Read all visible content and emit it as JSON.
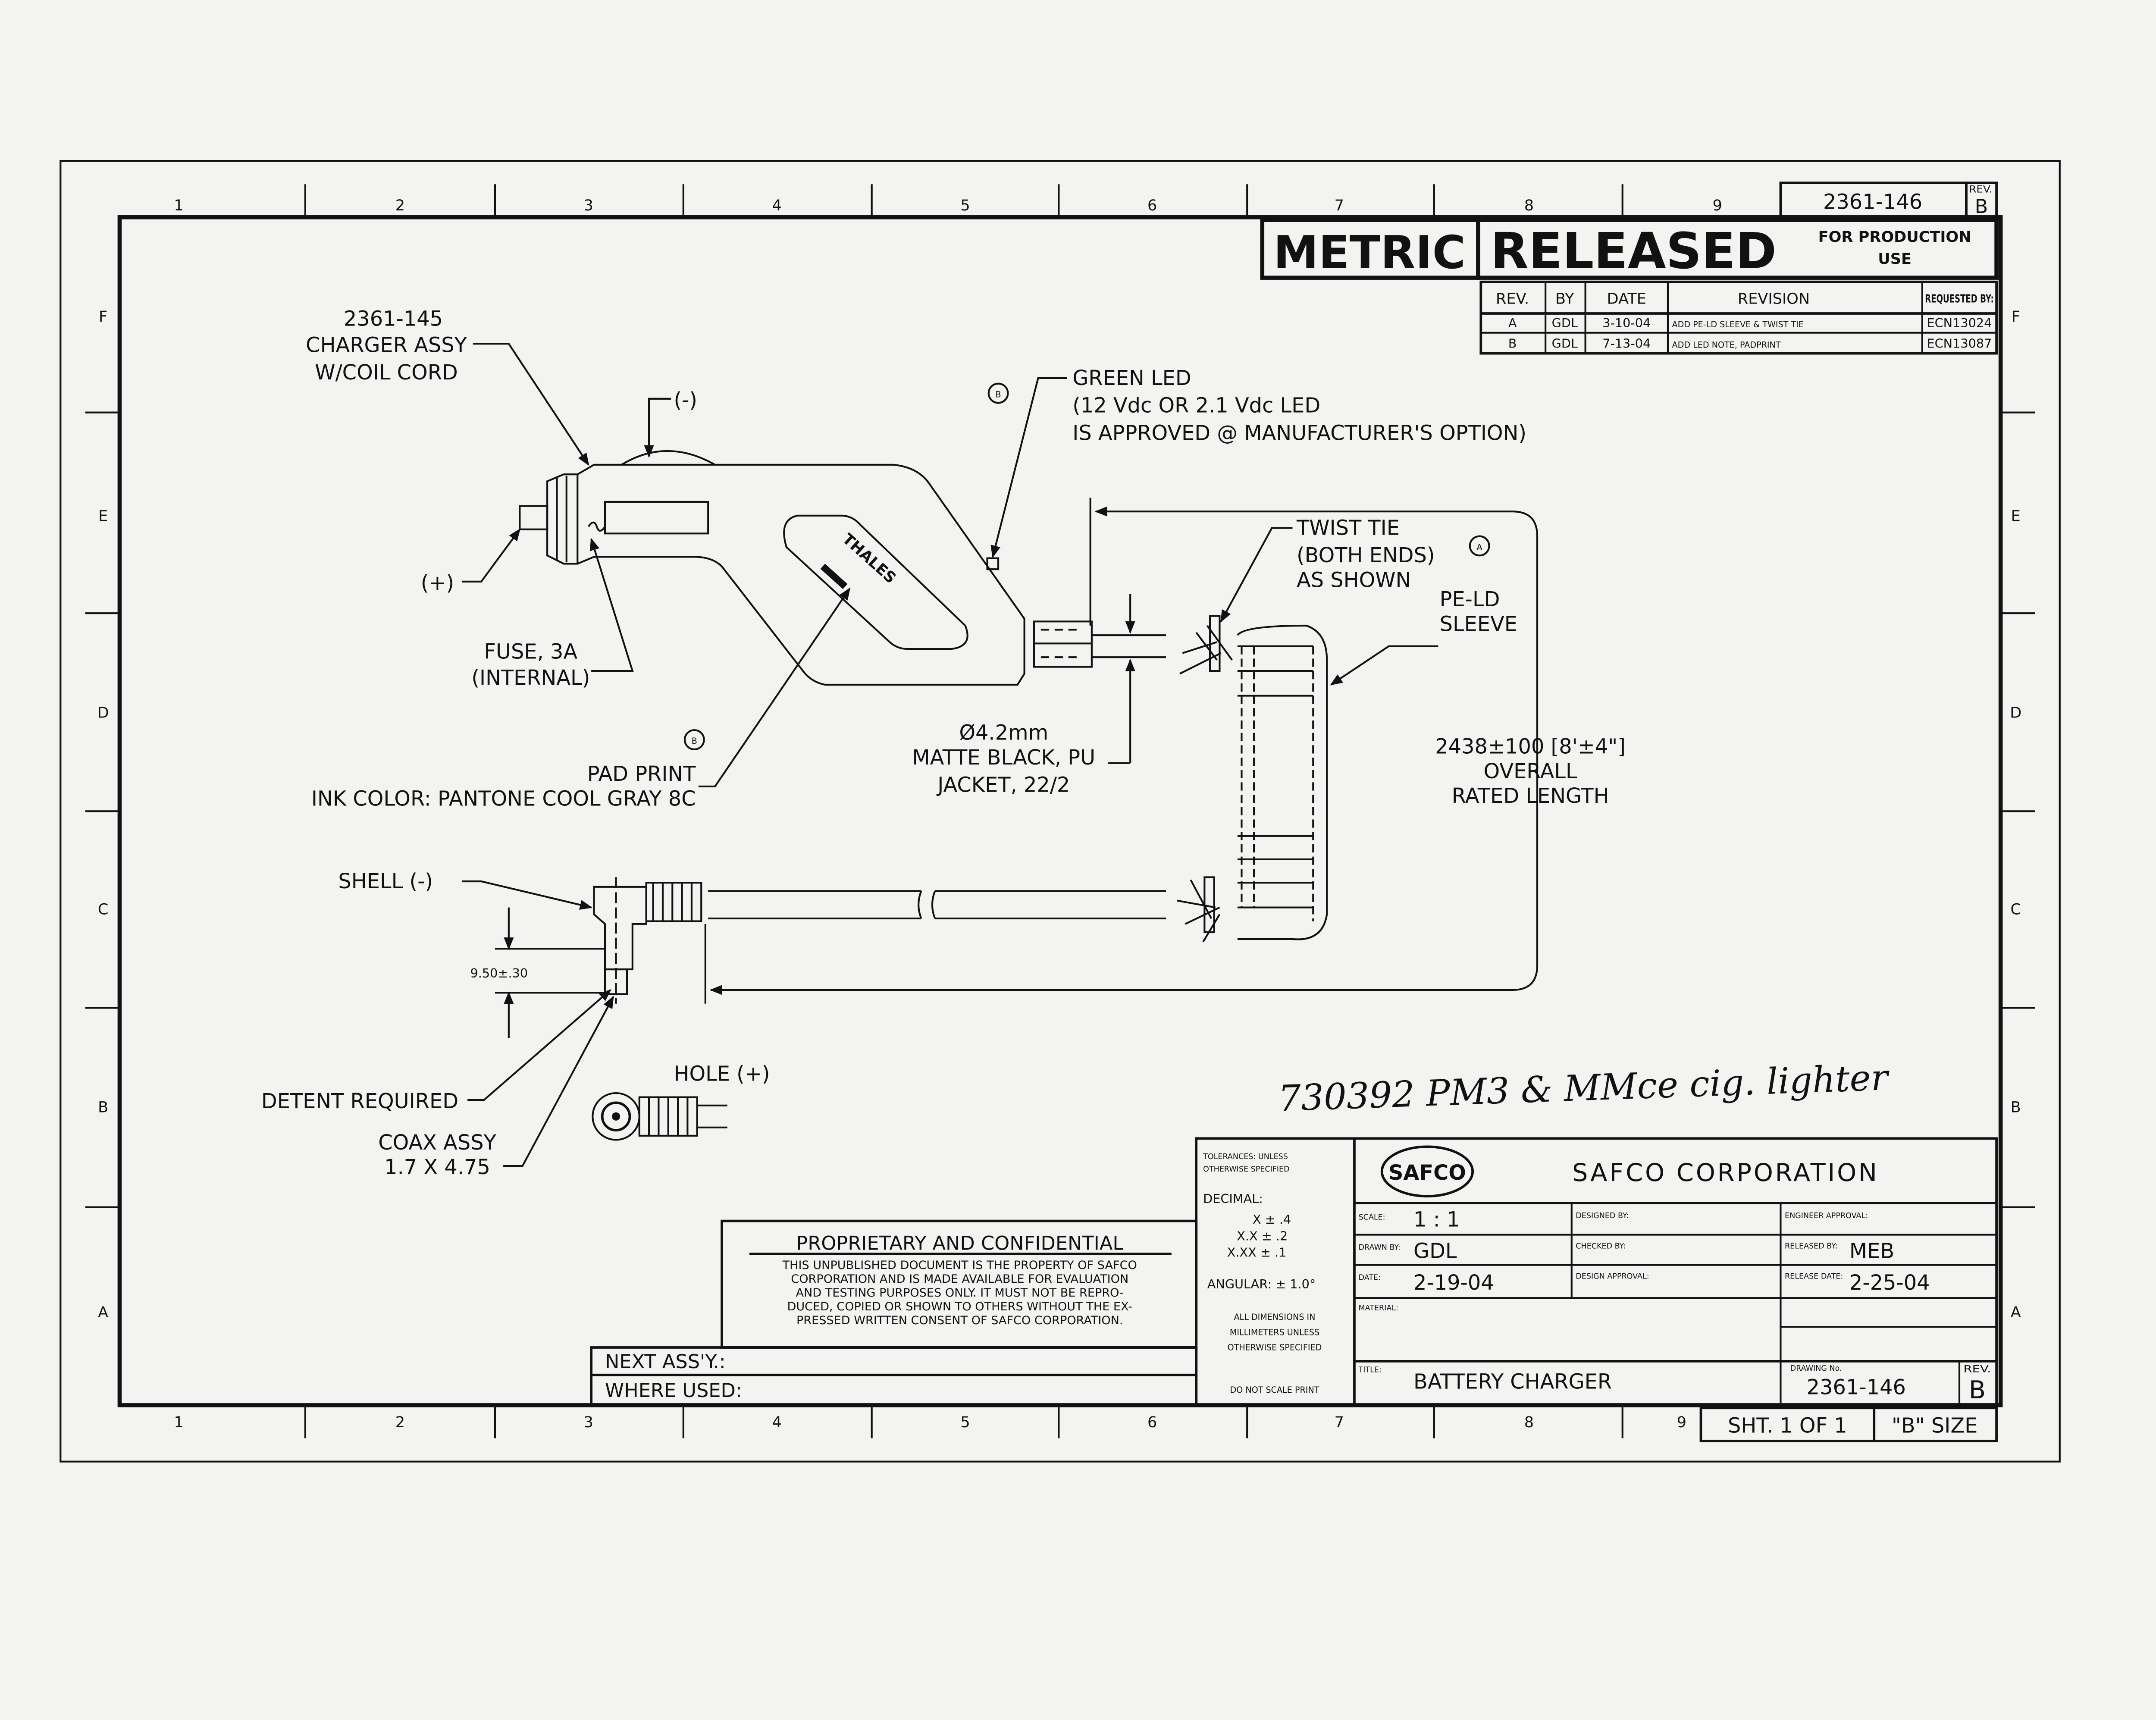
{
  "grid": {
    "columns": [
      "1",
      "2",
      "3",
      "4",
      "5",
      "6",
      "7",
      "8",
      "9"
    ],
    "rows": [
      "F",
      "E",
      "D",
      "C",
      "B",
      "A"
    ]
  },
  "header": {
    "drawing_no": "2361-146",
    "rev_label": "REV.",
    "rev": "B",
    "metric": "METRIC",
    "released": "RELEASED",
    "for_production_1": "FOR PRODUCTION",
    "for_production_2": "USE"
  },
  "revisions": {
    "headers": [
      "REV.",
      "BY",
      "DATE",
      "REVISION",
      "REQUESTED BY:"
    ],
    "rows": [
      {
        "rev": "A",
        "by": "GDL",
        "date": "3-10-04",
        "revision": "ADD PE-LD SLEEVE & TWIST TIE",
        "requested": "ECN13024"
      },
      {
        "rev": "B",
        "by": "GDL",
        "date": "7-13-04",
        "revision": "ADD LED NOTE, PADPRINT",
        "requested": "ECN13087"
      }
    ]
  },
  "callouts": {
    "charger_assy": [
      "2361-145",
      "CHARGER ASSY",
      "W/COIL CORD"
    ],
    "minus": "(-)",
    "plus": "(+)",
    "fuse": [
      "FUSE, 3A",
      "(INTERNAL)"
    ],
    "rev_b_marker": "B",
    "rev_a_marker": "A",
    "green_led": [
      "GREEN LED",
      "(12 Vdc OR 2.1 Vdc LED",
      "IS APPROVED @ MANUFACTURER'S OPTION)"
    ],
    "twist_tie": [
      "TWIST TIE",
      "(BOTH ENDS)",
      "AS SHOWN"
    ],
    "sleeve": [
      "PE-LD",
      "SLEEVE"
    ],
    "cord": [
      "Ø4.2mm",
      "MATTE BLACK, PU",
      "JACKET, 22/2"
    ],
    "pad_print": [
      "PAD PRINT",
      "INK COLOR: PANTONE COOL GRAY 8C"
    ],
    "length": [
      "2438±100 [8'±4\"]",
      "OVERALL",
      "RATED LENGTH"
    ],
    "shell": "SHELL (-)",
    "plug_dim": "9.50±.30",
    "detent": "DETENT REQUIRED",
    "hole": "HOLE (+)",
    "coax": [
      "COAX ASSY",
      "1.7 X 4.75"
    ],
    "brand_print": "THALES"
  },
  "handwritten_note": "730392 PM3 & MMce cig. lighter",
  "proprietary": {
    "title": "PROPRIETARY AND CONFIDENTIAL",
    "lines": [
      "THIS UNPUBLISHED DOCUMENT IS THE PROPERTY OF SAFCO",
      "CORPORATION AND IS MADE AVAILABLE FOR EVALUATION",
      "AND TESTING PURPOSES ONLY. IT MUST NOT BE REPRO-",
      "DUCED, COPIED OR SHOWN TO OTHERS WITHOUT THE EX-",
      "PRESSED WRITTEN CONSENT OF SAFCO CORPORATION."
    ],
    "next_assy": "NEXT ASS'Y.:",
    "where_used": "WHERE USED:"
  },
  "title_block": {
    "tolerances": [
      "TOLERANCES: UNLESS",
      "OTHERWISE SPECIFIED"
    ],
    "decimal": "DECIMAL:",
    "tol_x": "X ± .4",
    "tol_xx": "X.X ± .2",
    "tol_xxx": "X.XX ± .1",
    "angular": "ANGULAR: ± 1.0°",
    "units": [
      "ALL DIMENSIONS IN",
      "MILLIMETERS UNLESS",
      "OTHERWISE SPECIFIED"
    ],
    "do_not_scale": "DO NOT SCALE PRINT",
    "logo": "SAFCO",
    "company": "SAFCO CORPORATION",
    "scale_label": "SCALE:",
    "scale": "1 : 1",
    "drawn_label": "DRAWN BY:",
    "drawn": "GDL",
    "date_label": "DATE:",
    "date": "2-19-04",
    "designed_label": "DESIGNED BY:",
    "checked_label": "CHECKED BY:",
    "design_approval_label": "DESIGN APPROVAL:",
    "engineer_label": "ENGINEER APPROVAL:",
    "released_label": "RELEASED BY:",
    "released": "MEB",
    "release_date_label": "RELEASE DATE:",
    "release_date": "2-25-04",
    "material_label": "MATERIAL:",
    "title_label": "TITLE:",
    "title": "BATTERY CHARGER",
    "drawing_no_label": "DRAWING No.",
    "drawing_no": "2361-146",
    "rev_label": "REV.",
    "rev": "B",
    "sheet": "SHT. 1 OF 1",
    "size": "\"B\" SIZE"
  }
}
